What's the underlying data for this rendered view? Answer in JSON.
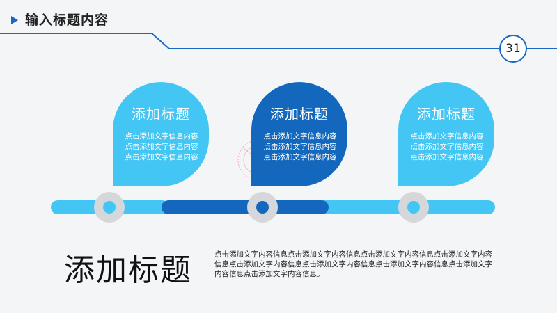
{
  "header": {
    "title": "输入标题内容"
  },
  "page_number": "31",
  "cards": [
    {
      "title": "添加标题",
      "text": "点击添加文字信息内容\n点击添加文字信息内容\n点击添加文字信息内容"
    },
    {
      "title": "添加标题",
      "text": "点击添加文字信息内容\n点击添加文字信息内容\n点击添加文字信息内容"
    },
    {
      "title": "添加标题",
      "text": "点击添加文字信息内容\n点击添加文字信息内容\n点击添加文字信息内容"
    }
  ],
  "main": {
    "title": "添加标题",
    "description": "点击添加文字内容信息点击添加文字内容信息点击添加文字内容信息点击添加文字内容信息点击添加文字内容信息点击添加文字内容信息点击添加文字内容信息点击添加文字内容信息点击添加文字内容信息。"
  },
  "colors": {
    "light_blue": "#44c6f5",
    "dark_blue": "#1368bd",
    "node_gray": "#d5d7da",
    "accent": "#1768c4"
  }
}
